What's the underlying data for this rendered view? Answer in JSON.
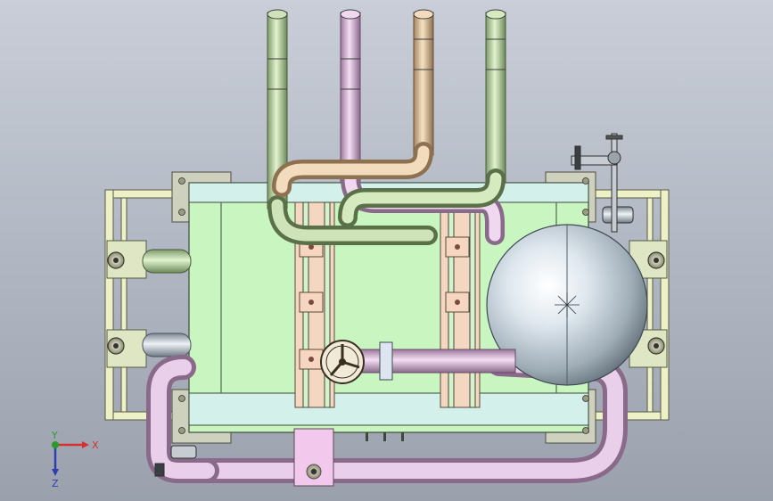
{
  "viewport": {
    "background_top": "#c7ccd6",
    "background_bottom": "#9aa1ad"
  },
  "colors": {
    "tank_body": "#c8f5c0",
    "tank_outline": "#3d4a3a",
    "frame": "#e9ecc8",
    "pad": "#cfe8e8",
    "pipe_green": "#b7d39a",
    "pipe_pink": "#d8b4d8",
    "pipe_tan": "#dfc39a",
    "pipe_grey": "#b9c2cc",
    "bracket": "#f3d7c0",
    "sphere_light": "#f4fbff",
    "sphere_dark": "#6e7c86",
    "axis_x": "#d83030",
    "axis_y": "#2a9a2a",
    "axis_z": "#2d3fb0"
  },
  "triad": {
    "x_label": "X",
    "y_label": "Y",
    "z_label": "Z"
  }
}
